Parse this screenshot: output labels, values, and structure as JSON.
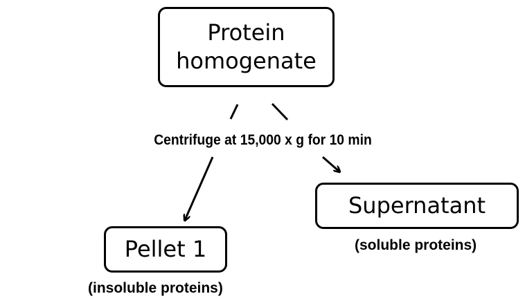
{
  "diagram": {
    "nodes": {
      "homogenate": {
        "label": "Protein\nhomogenate"
      },
      "pellet": {
        "label": "Pellet 1",
        "caption": "(insoluble proteins)"
      },
      "supernatant": {
        "label": "Supernatant",
        "caption": "(soluble proteins)"
      }
    },
    "process_label": "Centrifuge at 15,000 x g for 10 min",
    "edges": [
      {
        "from": "homogenate",
        "to": "pellet",
        "label_ref": "process_label"
      },
      {
        "from": "homogenate",
        "to": "supernatant",
        "label_ref": "process_label"
      }
    ],
    "colors": {
      "stroke": "#000000",
      "background": "#ffffff",
      "text": "#000000"
    }
  }
}
